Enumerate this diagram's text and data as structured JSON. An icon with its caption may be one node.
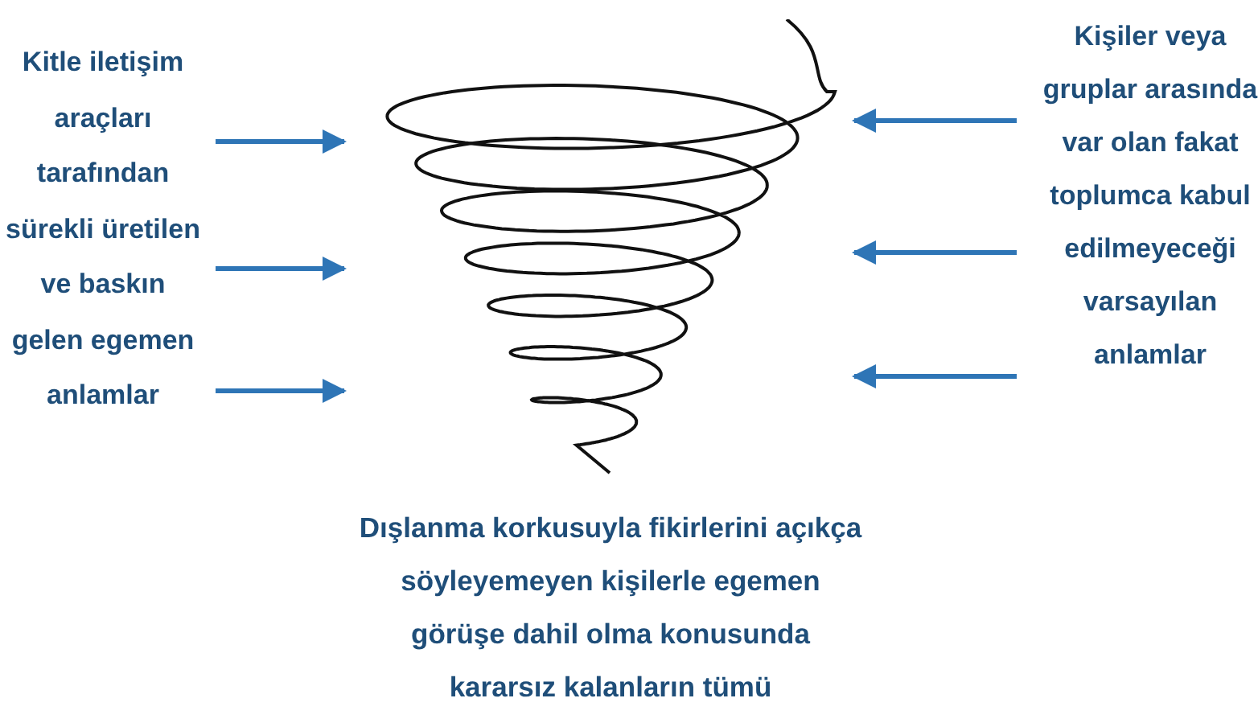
{
  "diagram": {
    "nodes": [
      {
        "text": [
          "Kitle iletişim araçları tarafından sürekli üretilen ve baskın gelen egemen anlamlar"
        ]
      },
      {
        "text": [],
        "shape": "picture"
      },
      {
        "text": [
          "Kişiler veya gruplar arasında var olan fakat toplumca kabul edilmeyeceği varsayılan anlamlar"
        ]
      }
    ],
    "edges": [
      {
        "from": 0,
        "to": 1,
        "arrow": "to"
      },
      {
        "from": 0,
        "to": 1,
        "arrow": "to"
      },
      {
        "from": 0,
        "to": 1,
        "arrow": "to"
      },
      {
        "from": 2,
        "to": 1,
        "arrow": "to"
      },
      {
        "from": 2,
        "to": 1,
        "arrow": "to"
      },
      {
        "from": 2,
        "to": 1,
        "arrow": "to"
      }
    ],
    "labels": [
      "Dışlanma korkusuyla fikirlerini açıkça söyleyemeyen kişilerle egemen görüşe dahil olma konusunda kararsız kalanların tümü"
    ]
  }
}
